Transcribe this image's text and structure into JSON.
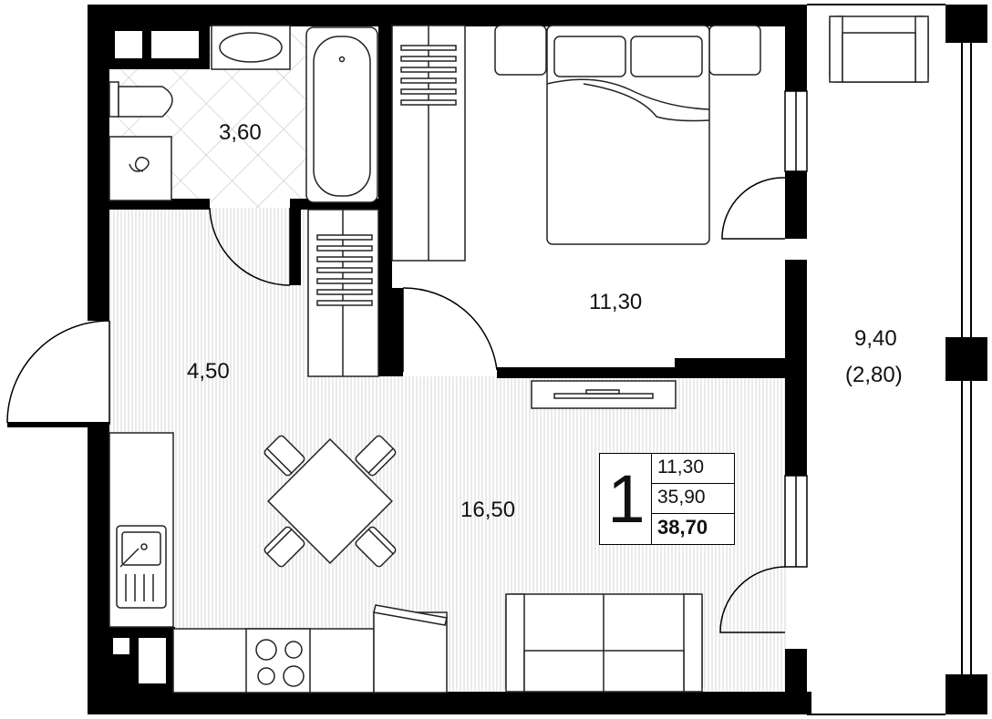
{
  "rooms": {
    "bathroom": "3,60",
    "hallway": "4,50",
    "bedroom": "11,30",
    "living_kitchen": "16,50",
    "balcony_area": "9,40",
    "balcony_reduced": "(2,80)"
  },
  "summary": {
    "rooms_count": "1",
    "living_area": "11,30",
    "total_area": "35,90",
    "total_with_balcony": "38,70"
  },
  "colors": {
    "wall": "#000000",
    "floor_hatch": "#d9d9d9",
    "tile_line": "#b5b5b5",
    "furniture_stroke": "#222222"
  }
}
